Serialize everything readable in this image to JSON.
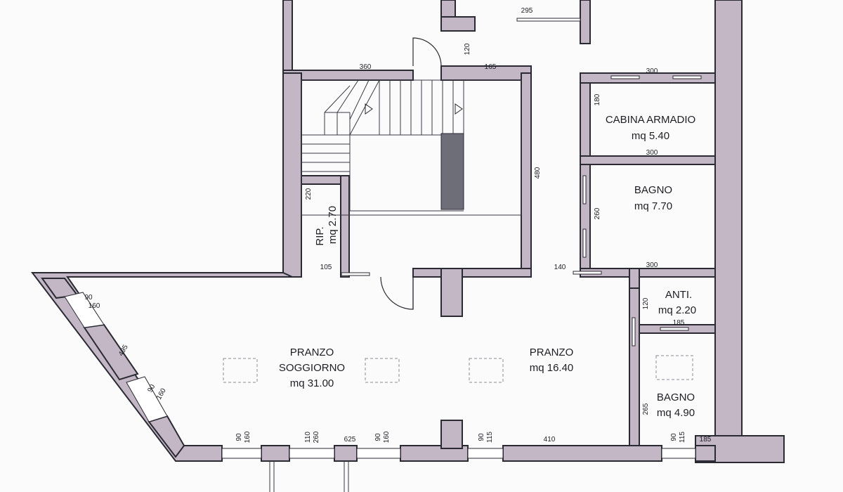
{
  "rooms": {
    "cabina": {
      "name": "CABINA ARMADIO",
      "area": "mq 5.40"
    },
    "bagno_upper": {
      "name": "BAGNO",
      "area": "mq 7.70"
    },
    "rip": {
      "name": "RIP.",
      "area": "mq 2.70"
    },
    "anti": {
      "name": "ANTI.",
      "area": "mq 2.20"
    },
    "bagno_lower": {
      "name": "BAGNO",
      "area": "mq 4.90"
    },
    "pranzo_soggiorno": {
      "line1": "PRANZO",
      "line2": "SOGGIORNO",
      "area": "mq 31.00"
    },
    "pranzo": {
      "name": "PRANZO",
      "area": "mq 16.40"
    }
  },
  "dimensions": {
    "d295": "295",
    "d120a": "120",
    "d360": "360",
    "d165": "165",
    "d300a": "300",
    "d180": "180",
    "d300b": "300",
    "d480": "480",
    "d260a": "260",
    "d300c": "300",
    "d220": "220",
    "d105": "105",
    "d140": "140",
    "d120b": "120",
    "d185a": "185",
    "d265": "265",
    "d185b": "185",
    "d90a": "90",
    "d160a": "160",
    "d495": "495",
    "d90b": "90",
    "d160b": "160",
    "d90c": "90",
    "d160c": "160",
    "d110": "110",
    "d260b": "260",
    "d625": "625",
    "d90d": "90",
    "d160d": "160",
    "d90e": "90",
    "d115a": "115",
    "d410": "410",
    "d90f": "90",
    "d115b": "115"
  }
}
